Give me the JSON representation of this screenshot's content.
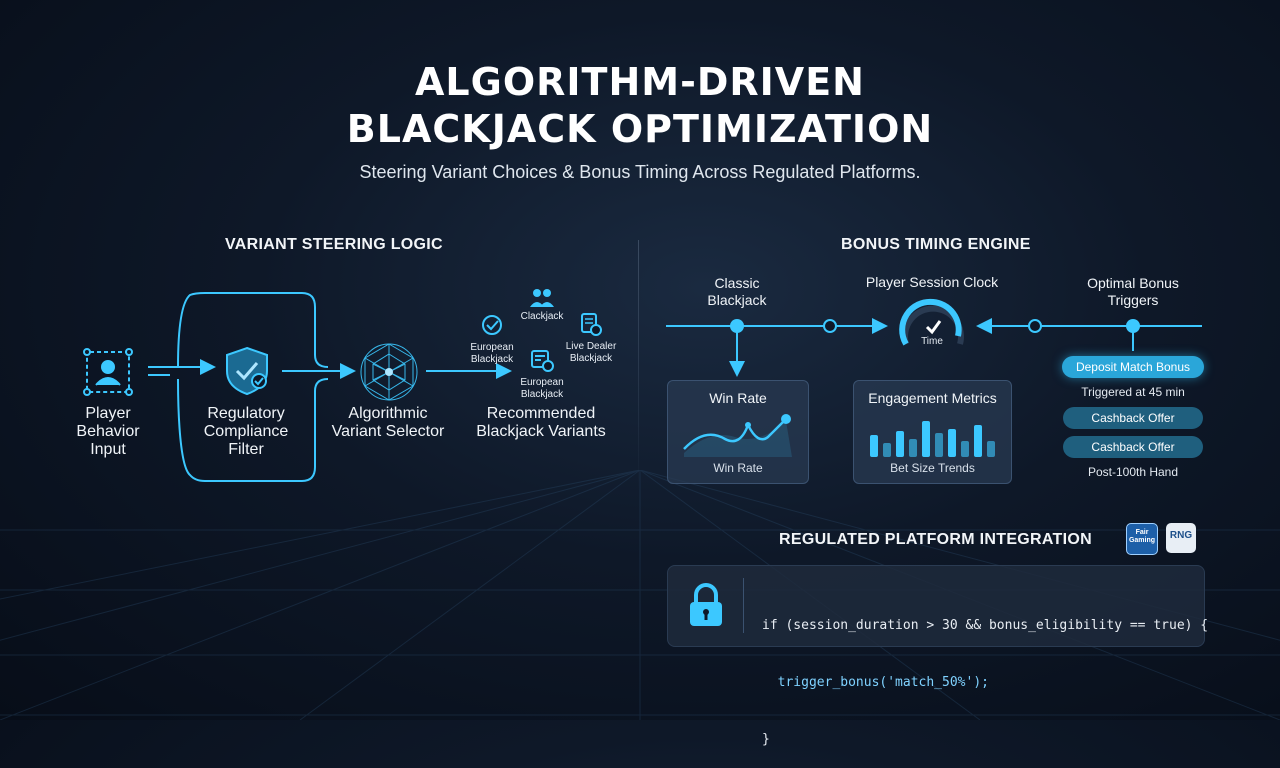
{
  "header": {
    "title_line1": "ALGORITHM-DRIVEN",
    "title_line2": "BLACKJACK OPTIMIZATION",
    "subtitle": "Steering Variant Choices & Bonus Timing Across Regulated Platforms."
  },
  "left": {
    "heading": "VARIANT STEERING LOGIC",
    "nodes": {
      "player": "Player Behavior Input",
      "compliance": "Regulatory Compliance Filter",
      "selector": "Algorithmic Variant Selector",
      "recommended": "Recommended Blackjack Variants"
    },
    "variants": {
      "classic": "Clackjack",
      "european": "European Blackjack",
      "live_dealer": "Live Dealer Blackjack",
      "european2": "European Blackjack"
    }
  },
  "right": {
    "heading": "BONUS TIMING ENGINE",
    "timeline": {
      "classic": "Classic Blackjack",
      "clock": "Player Session Clock",
      "clock_caption": "Time",
      "triggers": "Optimal Bonus Triggers"
    },
    "cards": {
      "win_rate_title": "Win Rate",
      "win_rate_caption": "Win Rate",
      "engagement_title": "Engagement Metrics",
      "engagement_caption": "Bet Size Trends"
    },
    "bonuses": {
      "deposit": "Deposit Match Bonus",
      "deposit_note": "Triggered at 45 min",
      "cashback1": "Cashback Offer",
      "cashback2": "Cashback Offer",
      "cashback_note": "Post-100th Hand"
    }
  },
  "integration": {
    "heading": "REGULATED PLATFORM INTEGRATION",
    "badge1": "Fair Gaming",
    "badge2": "RNG",
    "code_line1": "if (session_duration > 30 && bonus_eligibility == true) {",
    "code_line2": "  trigger_bonus('match_50%');",
    "code_line3": "}"
  },
  "colors": {
    "accent": "#3cc8ff",
    "accent_dim": "#1f5f7e",
    "background": "#0e1828",
    "card": "#283a52"
  },
  "icons": {
    "player": "network-user-icon",
    "compliance": "shield-check-icon",
    "selector": "neural-sphere-icon",
    "integration": "lock-icon"
  }
}
